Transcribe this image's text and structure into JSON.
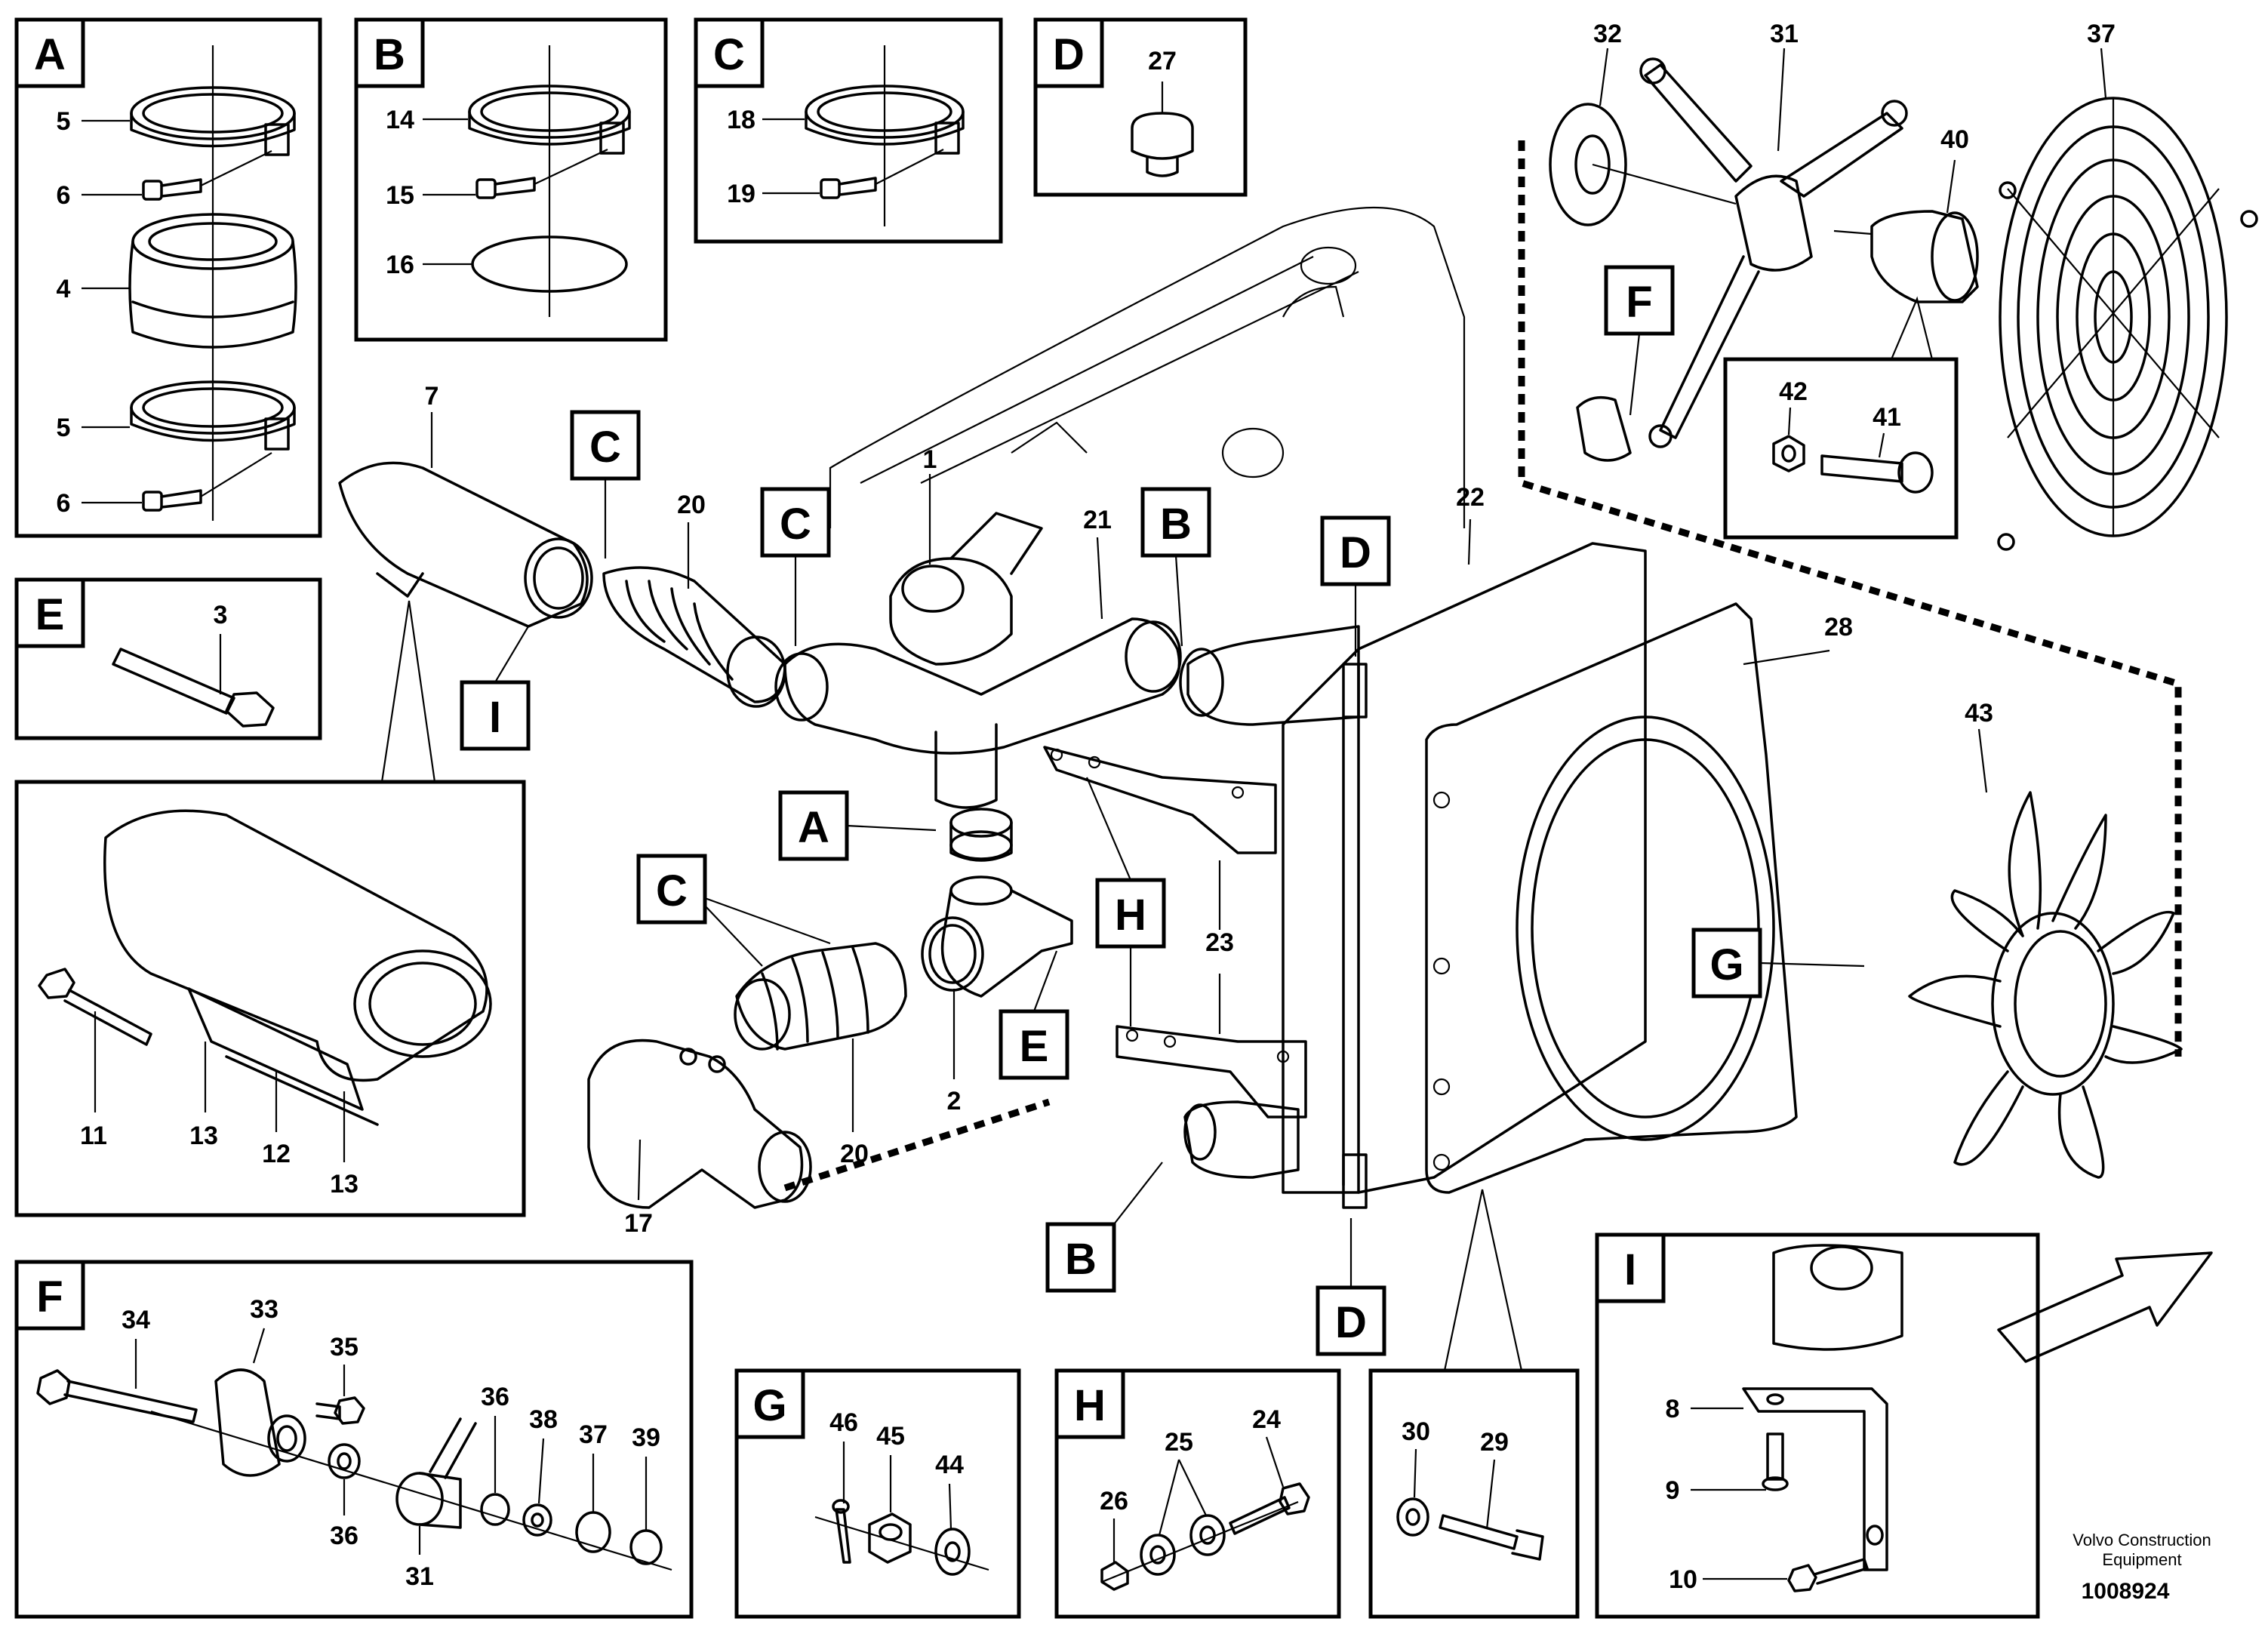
{
  "callouts": {
    "A": "A",
    "B": "B",
    "C": "C",
    "D": "D",
    "E": "E",
    "F": "F",
    "G": "G",
    "H": "H",
    "I": "I"
  },
  "parts": {
    "n1": "1",
    "n2": "2",
    "n3": "3",
    "n4": "4",
    "n5": "5",
    "n6": "6",
    "n7": "7",
    "n8": "8",
    "n9": "9",
    "n10": "10",
    "n11": "11",
    "n12": "12",
    "n13": "13",
    "n14": "14",
    "n15": "15",
    "n16": "16",
    "n17": "17",
    "n18": "18",
    "n19": "19",
    "n20": "20",
    "n21": "21",
    "n22": "22",
    "n23": "23",
    "n24": "24",
    "n25": "25",
    "n26": "26",
    "n27": "27",
    "n28": "28",
    "n29": "29",
    "n30": "30",
    "n31": "31",
    "n32": "32",
    "n33": "33",
    "n34": "34",
    "n35": "35",
    "n36": "36",
    "n37": "37",
    "n38": "38",
    "n39": "39",
    "n40": "40",
    "n41": "41",
    "n42": "42",
    "n43": "43",
    "n44": "44",
    "n45": "45",
    "n46": "46"
  },
  "footer": {
    "company_line1": "Volvo Construction",
    "company_line2": "Equipment",
    "document_number": "1008924"
  }
}
